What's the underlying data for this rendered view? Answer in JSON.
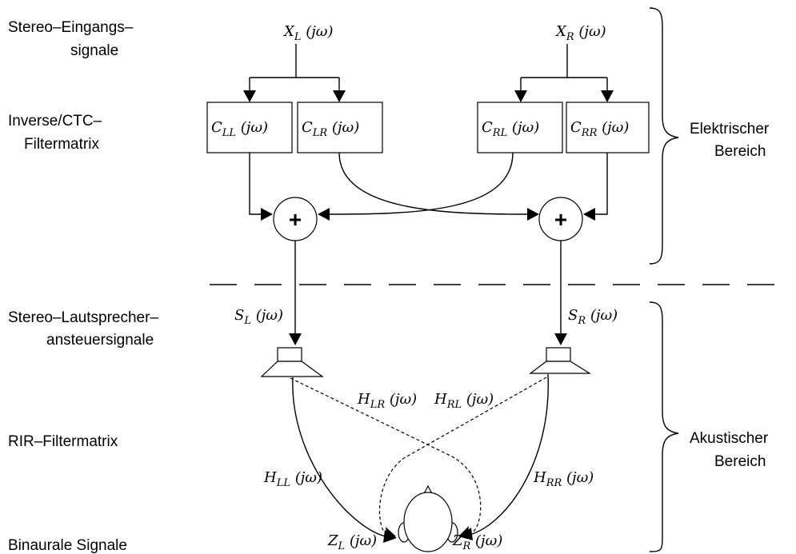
{
  "left_labels": {
    "stereo_input_1": "Stereo–Eingangs–",
    "stereo_input_2": "signale",
    "inverse_1": "Inverse/CTC–",
    "inverse_2": "Filtermatrix",
    "speaker_signals_1": "Stereo–Lautsprecher–",
    "speaker_signals_2": "ansteuersignale",
    "rir": "RIR–Filtermatrix",
    "binaural": "Binaurale Signale"
  },
  "right_labels": {
    "electric_1": "Elektrischer",
    "electric_2": "Bereich",
    "acoustic_1": "Akustischer",
    "acoustic_2": "Bereich"
  },
  "signals": {
    "xl": {
      "base": "X",
      "sub": "L",
      "arg": " (jω)"
    },
    "xr": {
      "base": "X",
      "sub": "R",
      "arg": " (jω)"
    },
    "cll": {
      "base": "C",
      "sub": "LL",
      "arg": " (jω)"
    },
    "clr": {
      "base": "C",
      "sub": "LR",
      "arg": " (jω)"
    },
    "crl": {
      "base": "C",
      "sub": "RL",
      "arg": " (jω)"
    },
    "crr": {
      "base": "C",
      "sub": "RR",
      "arg": " (jω)"
    },
    "sl": {
      "base": "S",
      "sub": "L",
      "arg": " (jω)"
    },
    "sr": {
      "base": "S",
      "sub": "R",
      "arg": " (jω)"
    },
    "hlr": {
      "base": "H",
      "sub": "LR",
      "arg": " (jω)"
    },
    "hrl": {
      "base": "H",
      "sub": "RL",
      "arg": " (jω)"
    },
    "hll": {
      "base": "H",
      "sub": "LL",
      "arg": " (jω)"
    },
    "hrr": {
      "base": "H",
      "sub": "RR",
      "arg": " (jω)"
    },
    "zl": {
      "base": "Z",
      "sub": "L",
      "arg": " (jω)"
    },
    "zr": {
      "base": "Z",
      "sub": "R",
      "arg": " (jω)"
    }
  },
  "summer_symbol": "+"
}
